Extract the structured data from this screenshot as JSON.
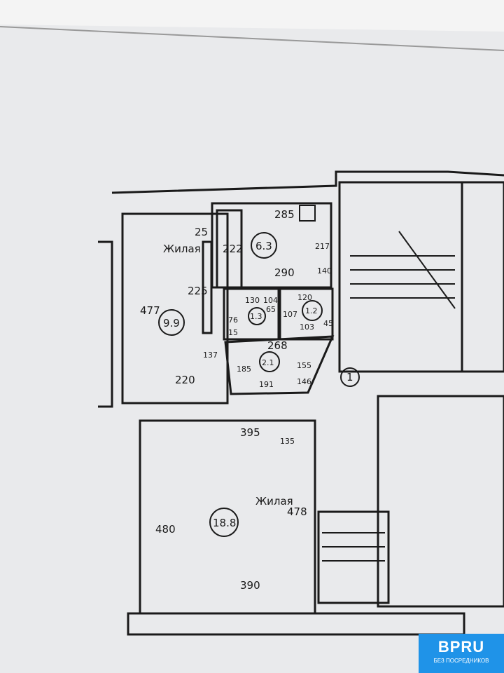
{
  "plan": {
    "rooms": [
      {
        "id": "living-1",
        "area": "9.9",
        "label": "Жилая",
        "dims": [
          "477",
          "225",
          "220",
          "25",
          "137"
        ]
      },
      {
        "id": "kitchen",
        "area": "6.3",
        "dims": [
          "285",
          "222",
          "290",
          "217",
          "140"
        ]
      },
      {
        "id": "bath",
        "area": "1.3",
        "dims": [
          "130",
          "104",
          "65",
          "76",
          "15"
        ]
      },
      {
        "id": "wc",
        "area": "1.2",
        "dims": [
          "120",
          "107",
          "103",
          "45"
        ]
      },
      {
        "id": "hall",
        "area": "2.1",
        "dims": [
          "268",
          "185",
          "191",
          "155",
          "146"
        ]
      },
      {
        "id": "living-2",
        "area": "18.8",
        "label": "Жилая",
        "dims": [
          "395",
          "135",
          "478",
          "480",
          "390"
        ]
      }
    ],
    "apartment_marker": "1"
  },
  "watermark": {
    "brand": "BPRU",
    "tagline": "БЕЗ ПОСРЕДНИКОВ",
    "color": "#1f93e8"
  }
}
